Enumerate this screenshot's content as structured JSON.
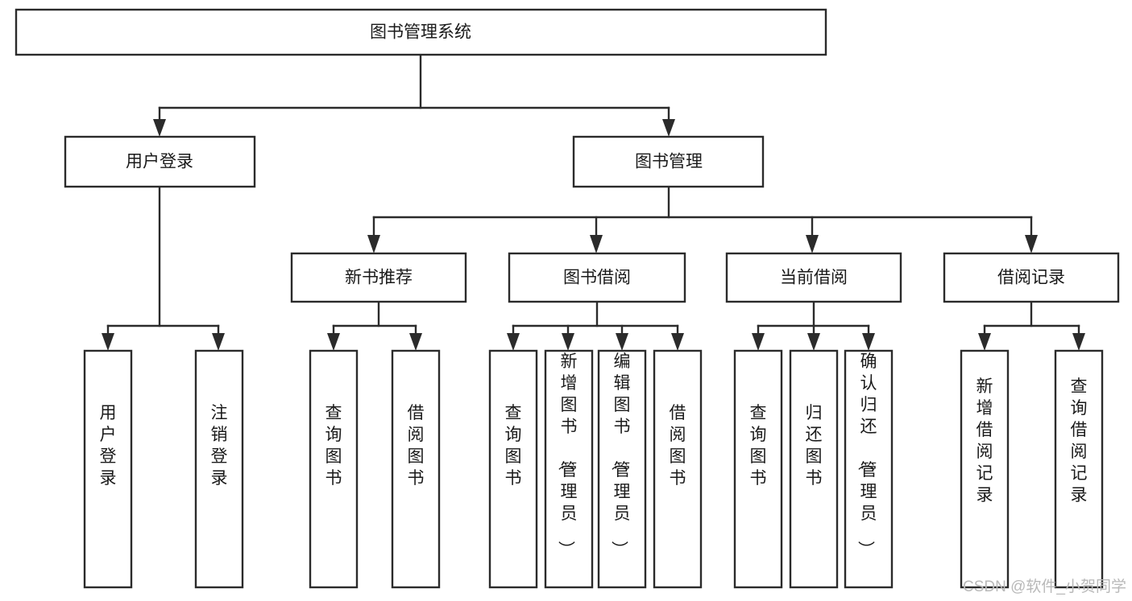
{
  "diagram": {
    "title": "图书管理系统",
    "type": "hierarchy-tree",
    "root": {
      "id": "root",
      "label": "图书管理系统",
      "orientation": "horizontal"
    },
    "level2": [
      {
        "id": "user-login",
        "label": "用户登录",
        "orientation": "horizontal"
      },
      {
        "id": "book-manage",
        "label": "图书管理",
        "orientation": "horizontal"
      }
    ],
    "level3": [
      {
        "id": "new-book-recommend",
        "label": "新书推荐",
        "orientation": "horizontal",
        "parent": "book-manage"
      },
      {
        "id": "book-borrow",
        "label": "图书借阅",
        "orientation": "horizontal",
        "parent": "book-manage"
      },
      {
        "id": "current-borrow",
        "label": "当前借阅",
        "orientation": "horizontal",
        "parent": "book-manage"
      },
      {
        "id": "borrow-record",
        "label": "借阅记录",
        "orientation": "horizontal",
        "parent": "book-manage"
      }
    ],
    "leaves": [
      {
        "id": "leaf-user-login",
        "label": "用户登录",
        "parent": "user-login",
        "orientation": "vertical"
      },
      {
        "id": "leaf-logout-login",
        "label": "注销登录",
        "parent": "user-login",
        "orientation": "vertical"
      },
      {
        "id": "leaf-query-book-rec",
        "label": "查询图书",
        "parent": "new-book-recommend",
        "orientation": "vertical"
      },
      {
        "id": "leaf-borrow-book-rec",
        "label": "借阅图书",
        "parent": "new-book-recommend",
        "orientation": "vertical"
      },
      {
        "id": "leaf-query-book-borrow",
        "label": "查询图书",
        "parent": "book-borrow",
        "orientation": "vertical"
      },
      {
        "id": "leaf-add-book-admin",
        "label": "新增图书（管理员）",
        "parent": "book-borrow",
        "orientation": "vertical"
      },
      {
        "id": "leaf-edit-book-admin",
        "label": "编辑图书（管理员）",
        "parent": "book-borrow",
        "orientation": "vertical"
      },
      {
        "id": "leaf-borrow-book",
        "label": "借阅图书",
        "parent": "book-borrow",
        "orientation": "vertical"
      },
      {
        "id": "leaf-query-book-current",
        "label": "查询图书",
        "parent": "current-borrow",
        "orientation": "vertical"
      },
      {
        "id": "leaf-return-book",
        "label": "归还图书",
        "parent": "current-borrow",
        "orientation": "vertical"
      },
      {
        "id": "leaf-confirm-return-admin",
        "label": "确认归还（管理员）",
        "parent": "current-borrow",
        "orientation": "vertical"
      },
      {
        "id": "leaf-add-borrow-record",
        "label": "新增借阅记录",
        "parent": "borrow-record",
        "orientation": "vertical"
      },
      {
        "id": "leaf-query-borrow-record",
        "label": "查询借阅记录",
        "parent": "borrow-record",
        "orientation": "vertical"
      }
    ],
    "colors": {
      "stroke": "#2b2b2b",
      "fill": "#ffffff",
      "text": "#1a1a1a",
      "watermark": "#b9b9b9",
      "background": "#ffffff"
    }
  },
  "watermark": {
    "text": "CSDN @软件_小贺同学"
  }
}
